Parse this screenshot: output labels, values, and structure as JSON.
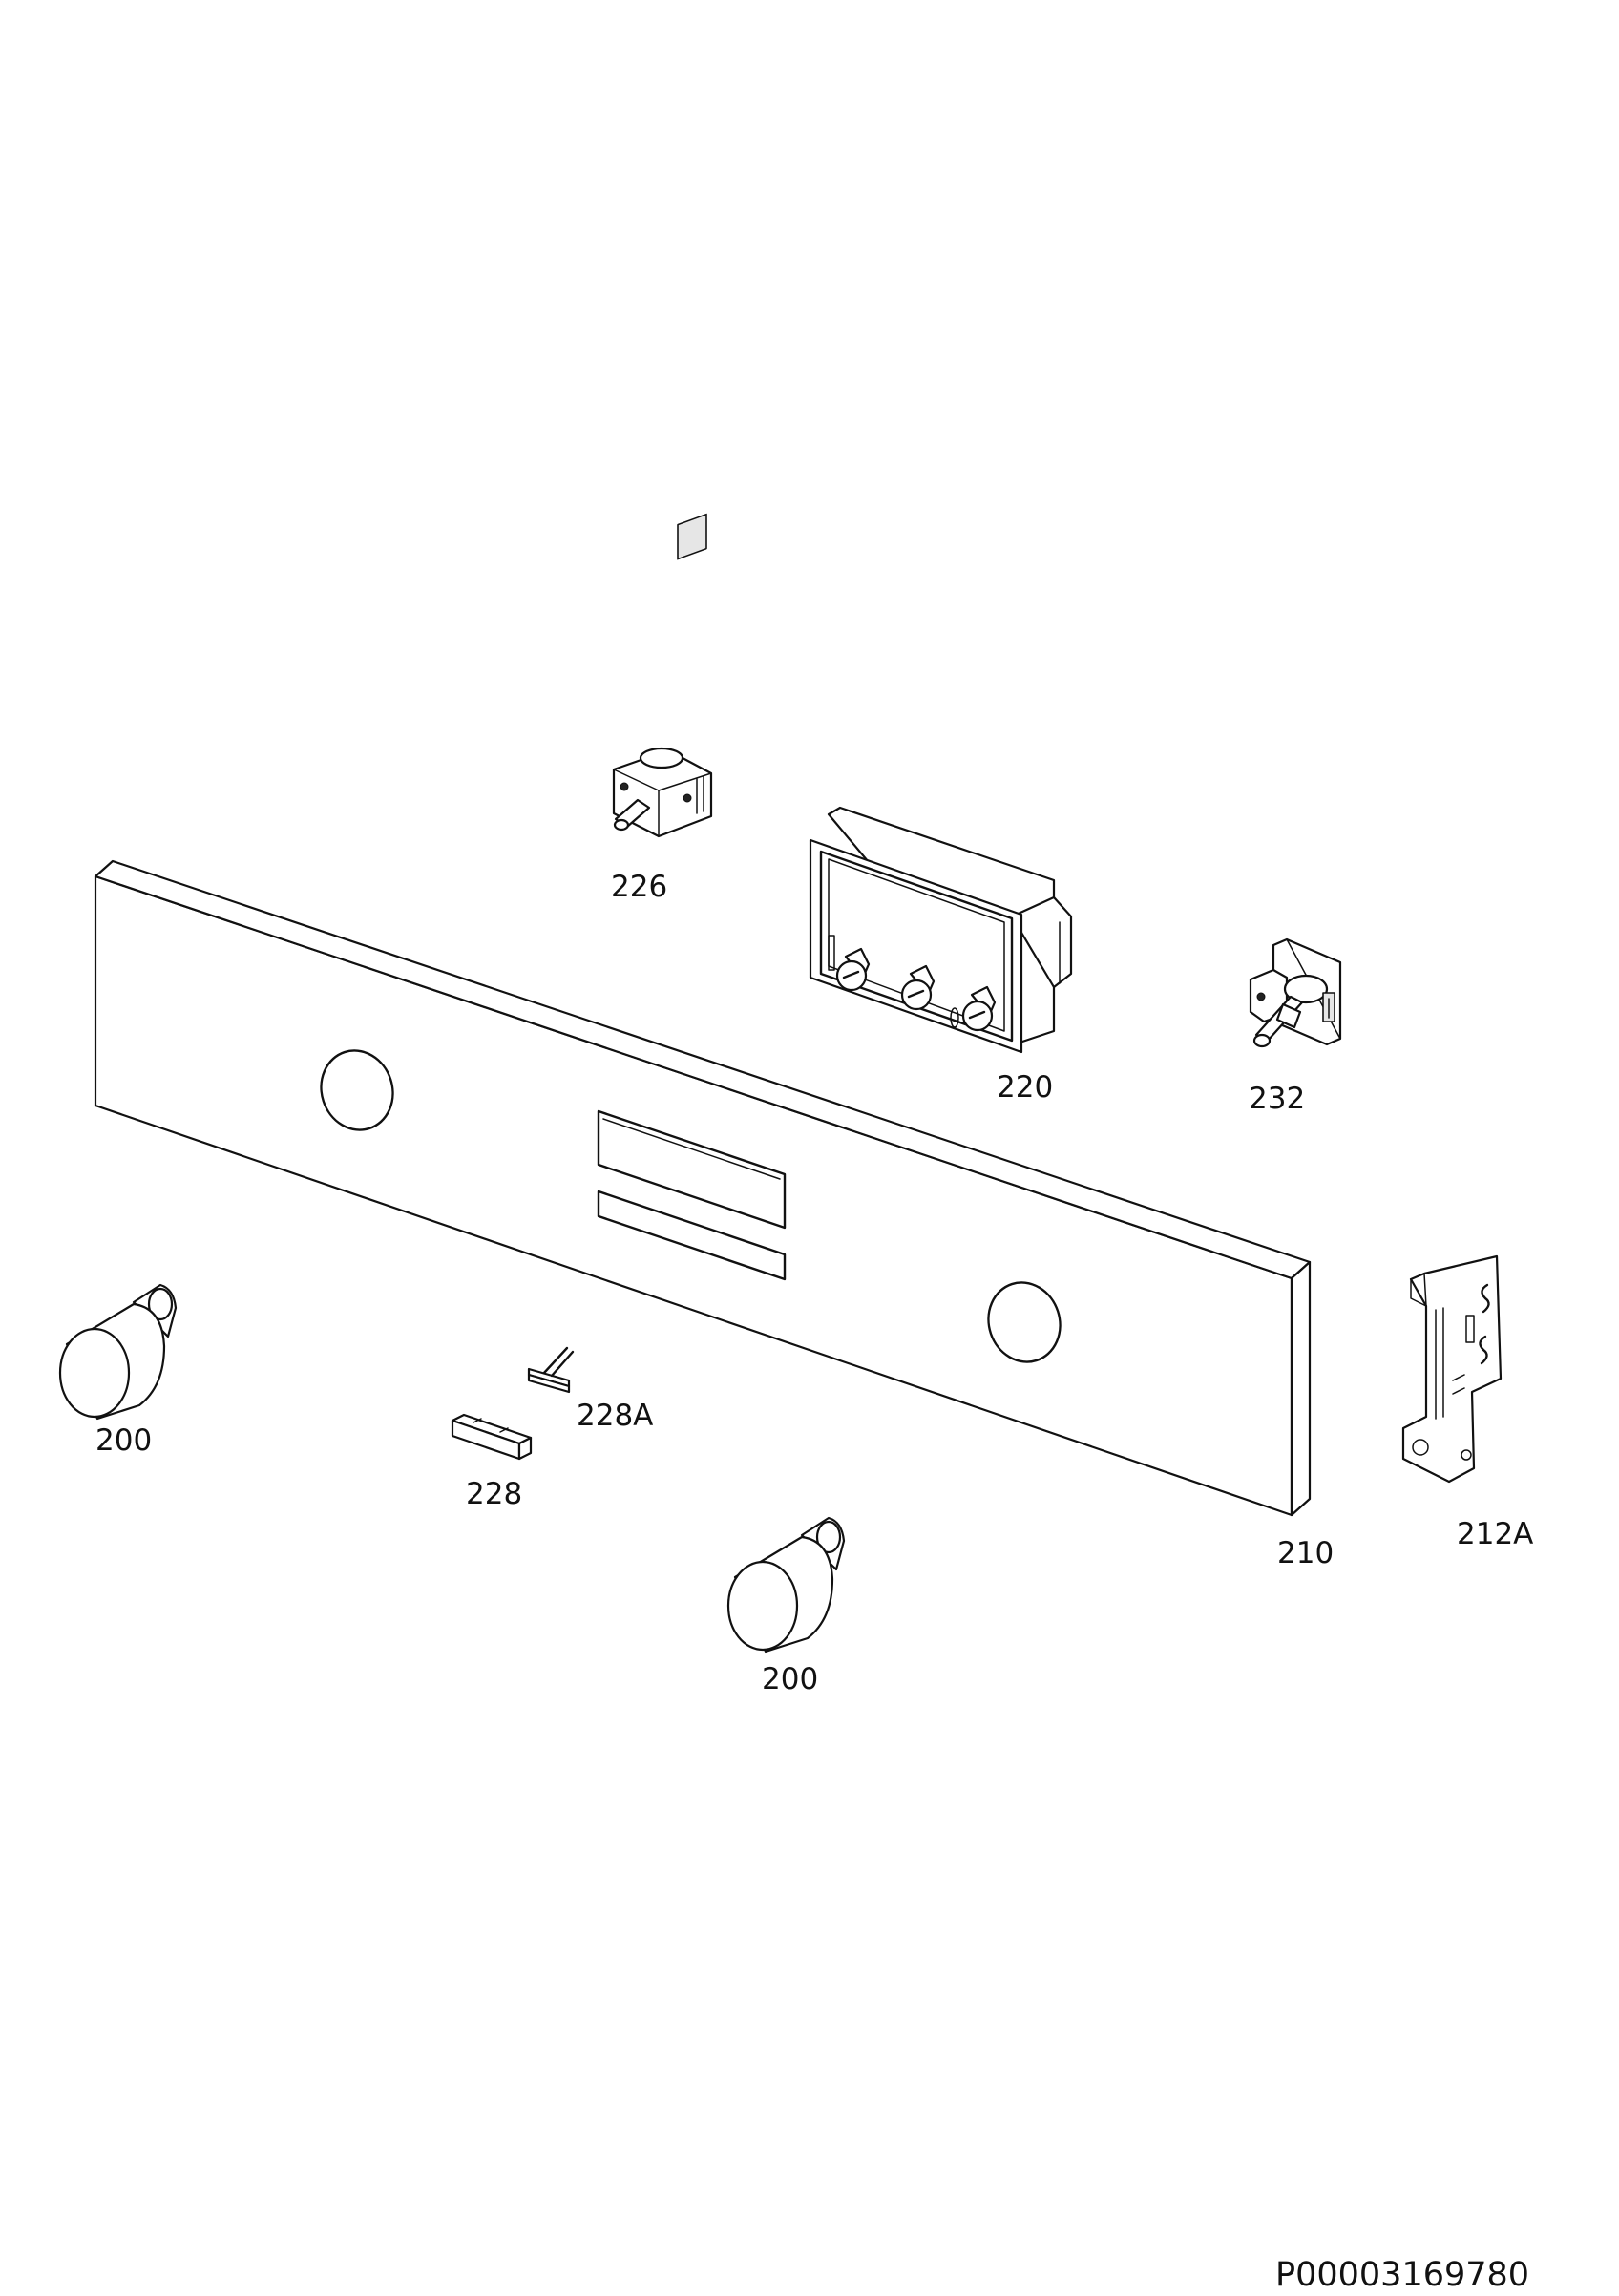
{
  "document": {
    "id": "P00003169780"
  },
  "parts": [
    {
      "key": "knob_left",
      "number": "200"
    },
    {
      "key": "knob_bottom",
      "number": "200"
    },
    {
      "key": "control_panel",
      "number": "210"
    },
    {
      "key": "bracket",
      "number": "212A"
    },
    {
      "key": "timer_module",
      "number": "220"
    },
    {
      "key": "selector_switch",
      "number": "226"
    },
    {
      "key": "push_button",
      "number": "228"
    },
    {
      "key": "button_spring",
      "number": "228A"
    },
    {
      "key": "thermostat",
      "number": "232"
    }
  ]
}
